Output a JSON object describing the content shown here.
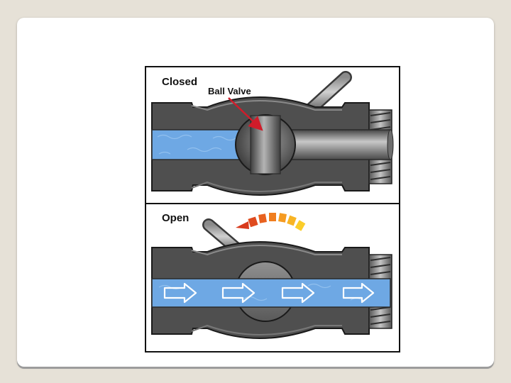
{
  "figure": {
    "closed_label": "Closed",
    "ball_valve_label": "Ball Valve",
    "open_label": "Open"
  },
  "colors": {
    "body": "#4f4f4f",
    "water": "#6ea8e4",
    "pointer_arrow": "#d01c2a",
    "rotation_arrow": "#d83a1c",
    "flow_arrow": "#ffffff"
  }
}
